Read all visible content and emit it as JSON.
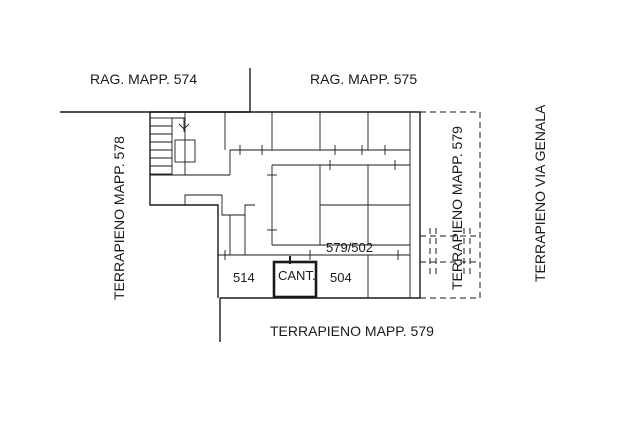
{
  "labels": {
    "rag_574": "RAG. MAPP. 574",
    "rag_575": "RAG. MAPP. 575",
    "terrapieno_578": "TERRAPIENO MAPP. 578",
    "terrapieno_579_right": "TERRAPIENO MAPP. 579",
    "terrapieno_via": "TERRAPIENO VIA GENALA",
    "terrapieno_579_bottom": "TERRAPIENO MAPP. 579",
    "sub_579_502": "579/502",
    "sub_514": "514",
    "sub_504": "504",
    "cant": "CANT."
  }
}
